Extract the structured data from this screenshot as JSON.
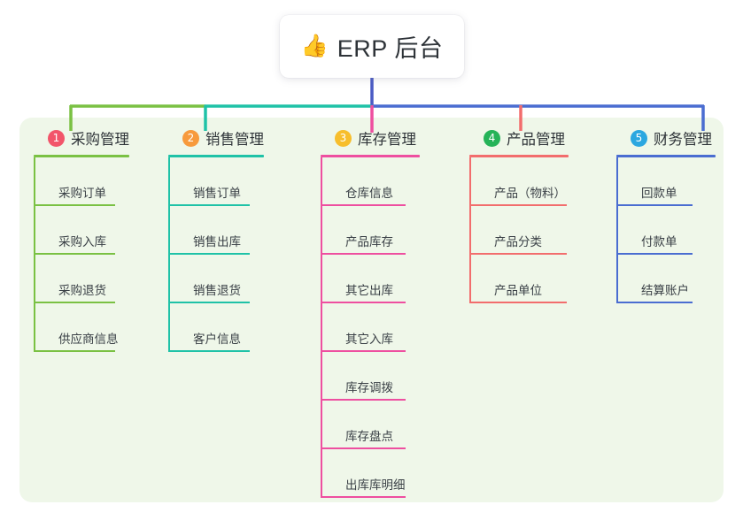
{
  "diagram": {
    "type": "mind-map",
    "root": {
      "icon": "thumbs-up-icon",
      "emoji": "👍",
      "title": "ERP 后台"
    },
    "panel_color": "#EFF7E9",
    "trunk_color": "#4A5BC4",
    "columns": [
      {
        "index": "1",
        "title": "采购管理",
        "badge_color": "#F2556A",
        "line_color": "#7AC143",
        "items": [
          "采购订单",
          "采购入库",
          "采购退货",
          "供应商信息"
        ]
      },
      {
        "index": "2",
        "title": "销售管理",
        "badge_color": "#F79A3C",
        "line_color": "#1FC2A7",
        "items": [
          "销售订单",
          "销售出库",
          "销售退货",
          "客户信息"
        ]
      },
      {
        "index": "3",
        "title": "库存管理",
        "badge_color": "#F7BE2C",
        "line_color": "#EE4FA0",
        "items": [
          "仓库信息",
          "产品库存",
          "其它出库",
          "其它入库",
          "库存调拨",
          "库存盘点",
          "出库库明细"
        ]
      },
      {
        "index": "4",
        "title": "产品管理",
        "badge_color": "#25B358",
        "line_color": "#F26D6D",
        "items": [
          "产品（物料）",
          "产品分类",
          "产品单位"
        ]
      },
      {
        "index": "5",
        "title": "财务管理",
        "badge_color": "#2BA7E0",
        "line_color": "#4A6DD1",
        "items": [
          "回款单",
          "付款单",
          "结算账户"
        ]
      }
    ]
  }
}
